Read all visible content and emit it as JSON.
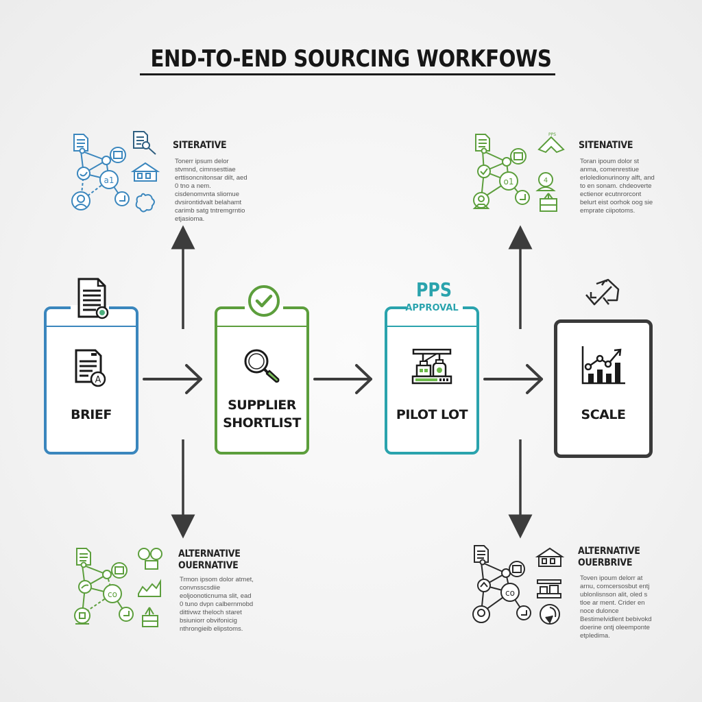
{
  "title": "END-TO-END SOURCING WORKFOWS",
  "flow": {
    "steps": [
      {
        "label": "BRIEF",
        "color": "#3a86bd",
        "top_icon": "document-badge-icon",
        "icon": "document-a-icon"
      },
      {
        "label_line1": "SUPPLIER",
        "label_line2": "SHORTLIST",
        "color": "#5c9e3c",
        "top_icon": "checkmark-circle-icon",
        "icon": "magnifier-icon"
      },
      {
        "label": "PILOT LOT",
        "color": "#2aa3ad",
        "badge_main": "PPS",
        "badge_sub": "APPROVAL",
        "icon": "production-line-icon"
      },
      {
        "label": "SCALE",
        "color": "#3a3a3a",
        "top_icon": "handshake-arrows-icon",
        "icon": "growth-chart-icon"
      }
    ],
    "arrow_color": "#3c3c3c"
  },
  "side_blocks": {
    "top_left": {
      "heading": "SITERATIVE",
      "color": "#3a86bd",
      "body": "Tonerr ipsum delor stvmnd, cimnsesttiae erttisoncnitonsar dilt, aed 0 tno a nem. cisdenomvnta sliomue dvsirontidvalt belahamt carimb satg tntremgrntio etjasioma."
    },
    "top_right": {
      "heading": "SITENATIVE",
      "color": "#5c9e3c",
      "small_label": "PPS",
      "body": "Toran ipoum dolor st anma, comenrestiue erloledionurinony alft, and to en sonam. chdeoverte ectienor ecutnrorcont belurt eist oorhok oog sie emprate ciipotoms."
    },
    "bottom_left": {
      "heading_line1": "ALTERNATIVE",
      "heading_line2": "OUERNATIVE",
      "color": "#5c9e3c",
      "body": "Trmon ipsom dolor atmet, convnsscsdiie eoljoonoticnuma slit, ead 0 tuno dvpn calbernmobd dittivwz theloch staret bsiuniorr obvifonicig nthrongieib elipstoms."
    },
    "bottom_right": {
      "heading_line1": "ALTERNATIVE",
      "heading_line2": "OUERBRIVE",
      "color": "#3a3a3a",
      "body": "Toven ipoum delorr at arnu, comcersosbut entj ublonlisnson alit, oled s tloe ar ment. Crider en noce dulonce Bestimelvidlent bebivokd doerine ontj oleemponte etpledima."
    }
  }
}
